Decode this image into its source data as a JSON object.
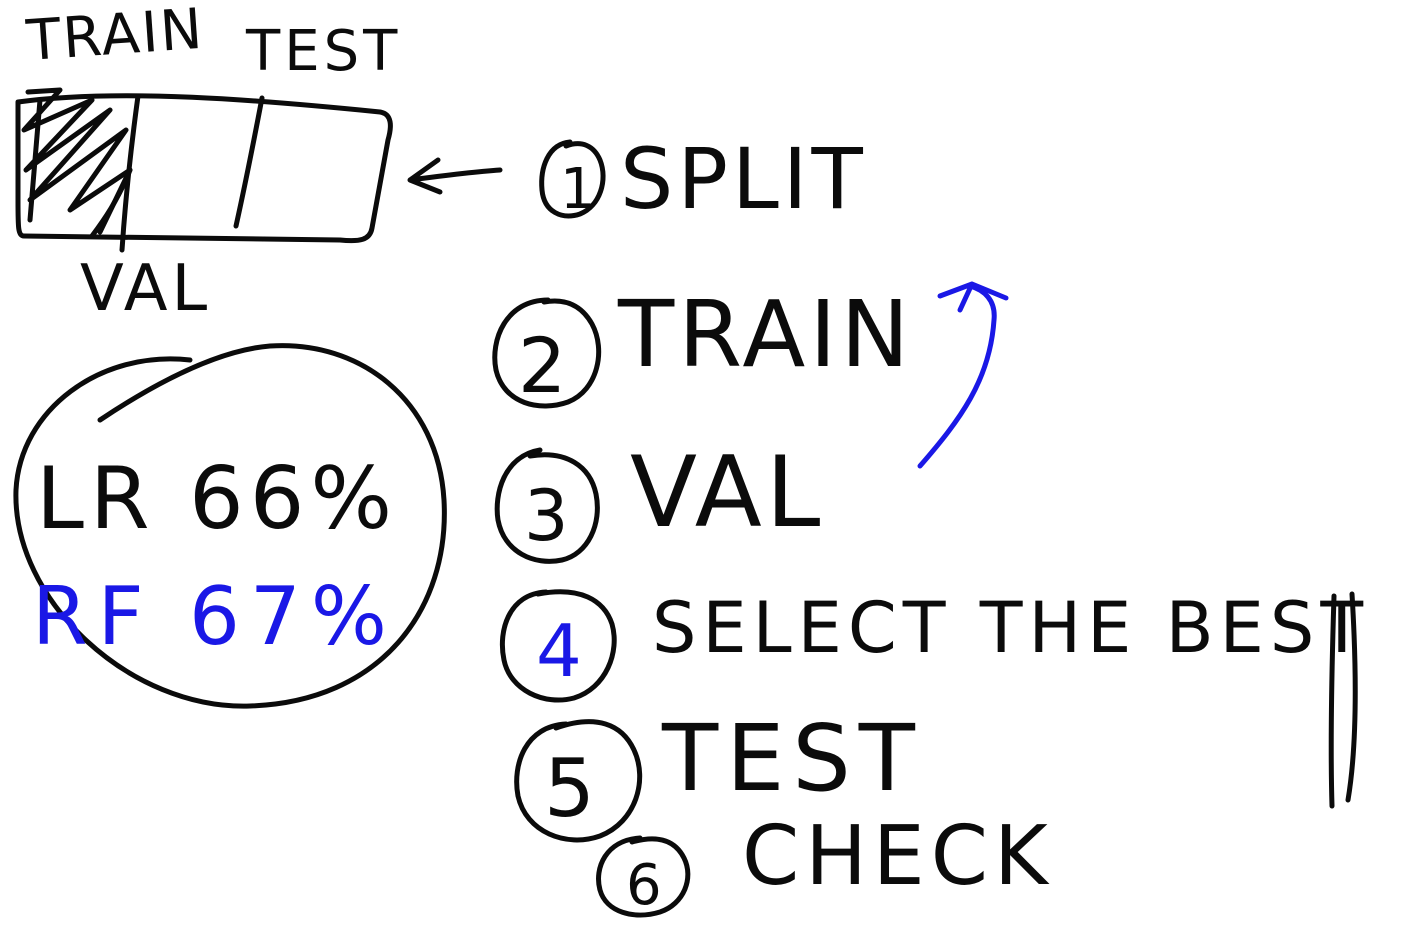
{
  "colors": {
    "ink": "#0b0b0b",
    "blue_ink": "#1a18e6",
    "background": "#ffffff"
  },
  "split_diagram": {
    "label_train": "TRAIN",
    "label_test": "TEST",
    "label_val": "VAL"
  },
  "comparison": {
    "lr_label": "LR 66%",
    "rf_label": "RF 67%"
  },
  "steps": [
    {
      "number": "1",
      "text": "SPLIT"
    },
    {
      "number": "2",
      "text": "TRAIN"
    },
    {
      "number": "3",
      "text": "VAL"
    },
    {
      "number": "4",
      "text": "SELECT THE BEST"
    },
    {
      "number": "5",
      "text": "TEST"
    },
    {
      "number": "6",
      "text": "CHECK"
    }
  ]
}
